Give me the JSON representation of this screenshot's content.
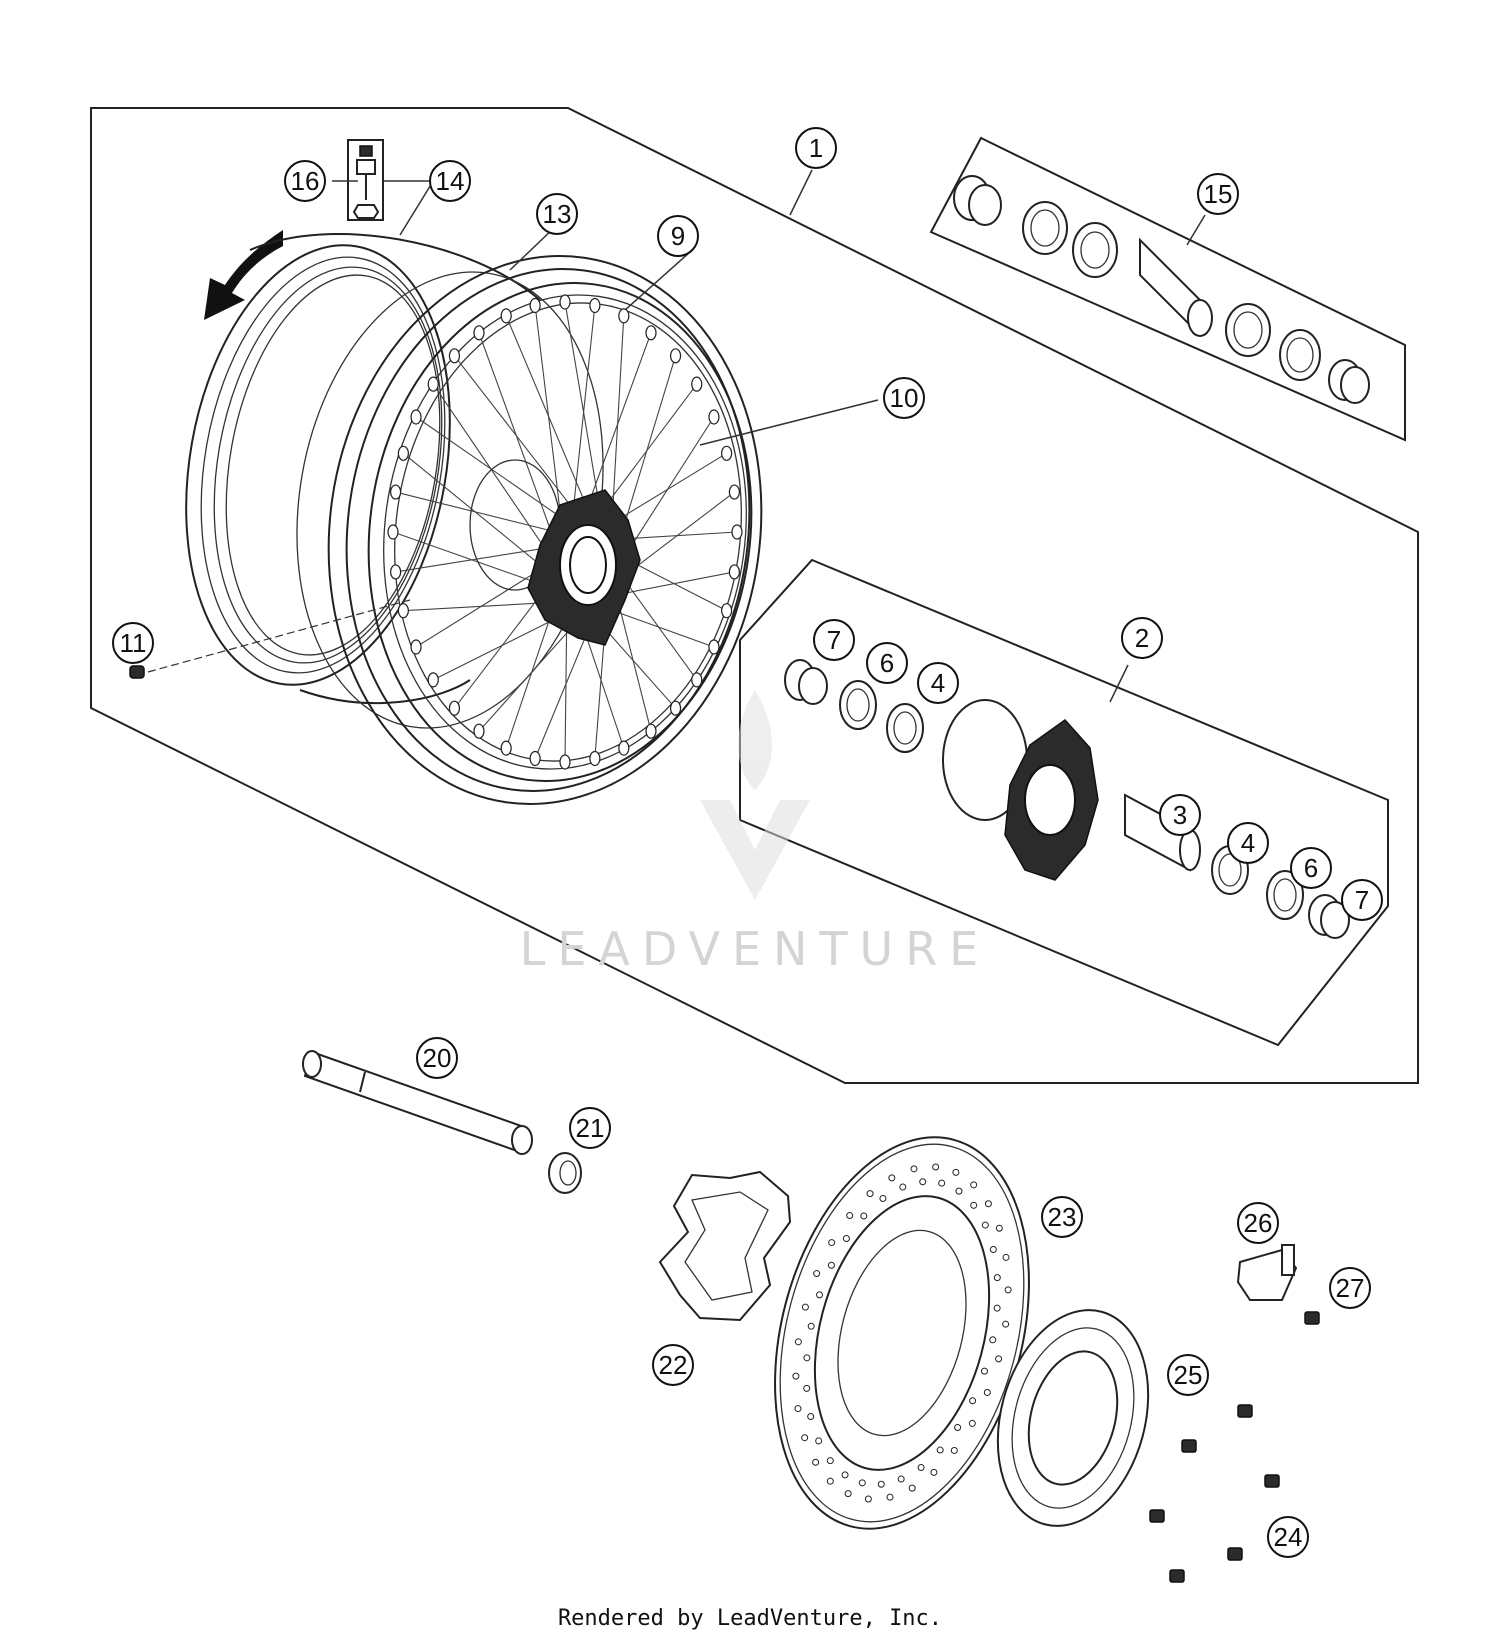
{
  "diagram": {
    "callouts": [
      "1",
      "2",
      "3",
      "4",
      "4",
      "6",
      "6",
      "7",
      "7",
      "9",
      "10",
      "11",
      "13",
      "14",
      "15",
      "16",
      "20",
      "21",
      "22",
      "23",
      "24",
      "25",
      "26",
      "27"
    ],
    "watermark": "LEADVENTURE",
    "footer": "Rendered by LeadVenture, Inc.",
    "colors": {
      "line": "#222222",
      "watermark": "#d4d4d4",
      "background": "#ffffff"
    }
  }
}
